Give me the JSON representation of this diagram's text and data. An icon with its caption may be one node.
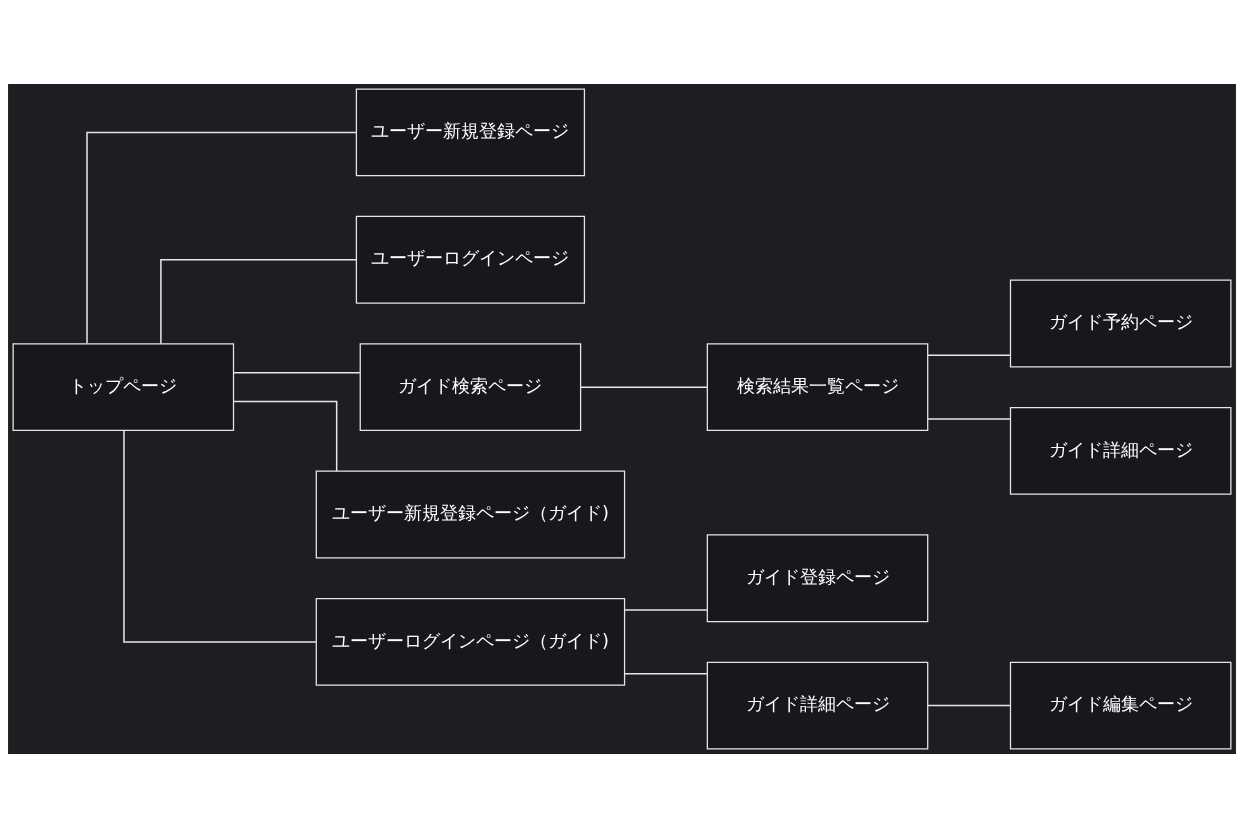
{
  "diagram": {
    "nodes": [
      {
        "text": [
          "トップページ"
        ]
      },
      {
        "text": [
          "ユーザー新規登録ページ"
        ]
      },
      {
        "text": [
          "ユーザーログインページ"
        ]
      },
      {
        "text": [
          "ガイド検索ページ"
        ]
      },
      {
        "text": [
          "ユーザー新規登録ページ（ガイド)"
        ]
      },
      {
        "text": [
          "ユーザーログインページ（ガイド)"
        ]
      },
      {
        "text": [
          "検索結果一覧ページ"
        ]
      },
      {
        "text": [
          "ガイド予約ページ"
        ]
      },
      {
        "text": [
          "ガイド詳細ページ"
        ]
      },
      {
        "text": [
          "ガイド登録ページ"
        ]
      },
      {
        "text": [
          "ガイド詳細ページ"
        ]
      },
      {
        "text": [
          "ガイド編集ページ"
        ]
      }
    ],
    "edges": [
      {
        "from": 0,
        "to": 1,
        "arrow": "none"
      },
      {
        "from": 0,
        "to": 2,
        "arrow": "none"
      },
      {
        "from": 0,
        "to": 3,
        "arrow": "none"
      },
      {
        "from": 0,
        "to": 4,
        "arrow": "none"
      },
      {
        "from": 0,
        "to": 5,
        "arrow": "none"
      },
      {
        "from": 3,
        "to": 6,
        "arrow": "none"
      },
      {
        "from": 6,
        "to": 7,
        "arrow": "none"
      },
      {
        "from": 6,
        "to": 8,
        "arrow": "none"
      },
      {
        "from": 5,
        "to": 9,
        "arrow": "none"
      },
      {
        "from": 5,
        "to": 10,
        "arrow": "none"
      },
      {
        "from": 10,
        "to": 11,
        "arrow": "none"
      }
    ]
  }
}
